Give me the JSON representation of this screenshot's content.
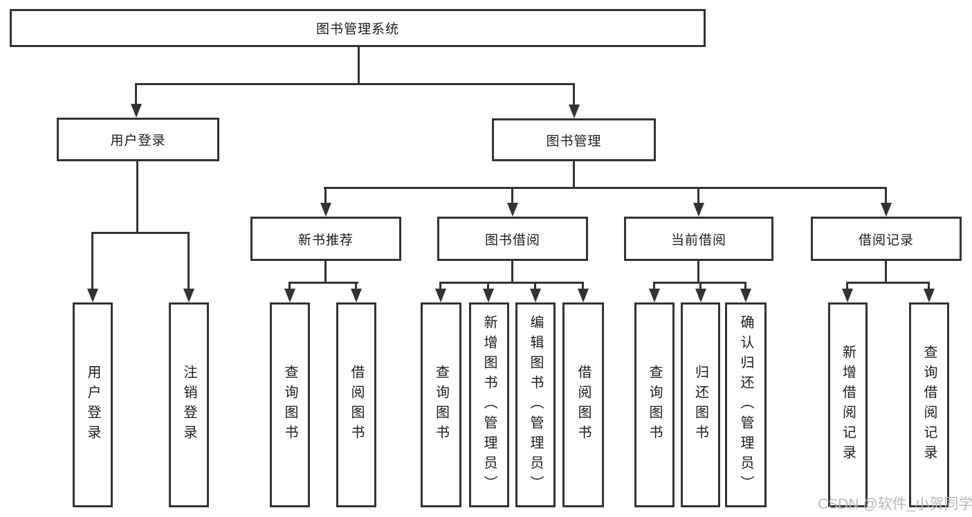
{
  "nodes": {
    "root": "图书管理系统",
    "user_login": "用户登录",
    "book_mgmt": "图书管理",
    "new_book": "新书推荐",
    "book_borrow": "图书借阅",
    "current_borrow": "当前借阅",
    "borrow_record": "借阅记录",
    "leaf_user_login": "用户登录",
    "leaf_logout": "注销登录",
    "leaf_nb_query": "查询图书",
    "leaf_nb_borrow": "借阅图书",
    "leaf_bb_query": "查询图书",
    "leaf_bb_add": "新增图书（管理员）",
    "leaf_bb_edit": "编辑图书（管理员）",
    "leaf_bb_borrow": "借阅图书",
    "leaf_cb_query": "查询图书",
    "leaf_cb_return": "归还图书",
    "leaf_cb_confirm": "确认归还（管理员）",
    "leaf_br_add": "新增借阅记录",
    "leaf_br_query": "查询借阅记录"
  },
  "watermark": "CSDN @软件_小贺同学",
  "colors": {
    "line": "#333333",
    "text": "#1d1d1d",
    "watermark": "#b9b9b9",
    "background": "#ffffff"
  }
}
